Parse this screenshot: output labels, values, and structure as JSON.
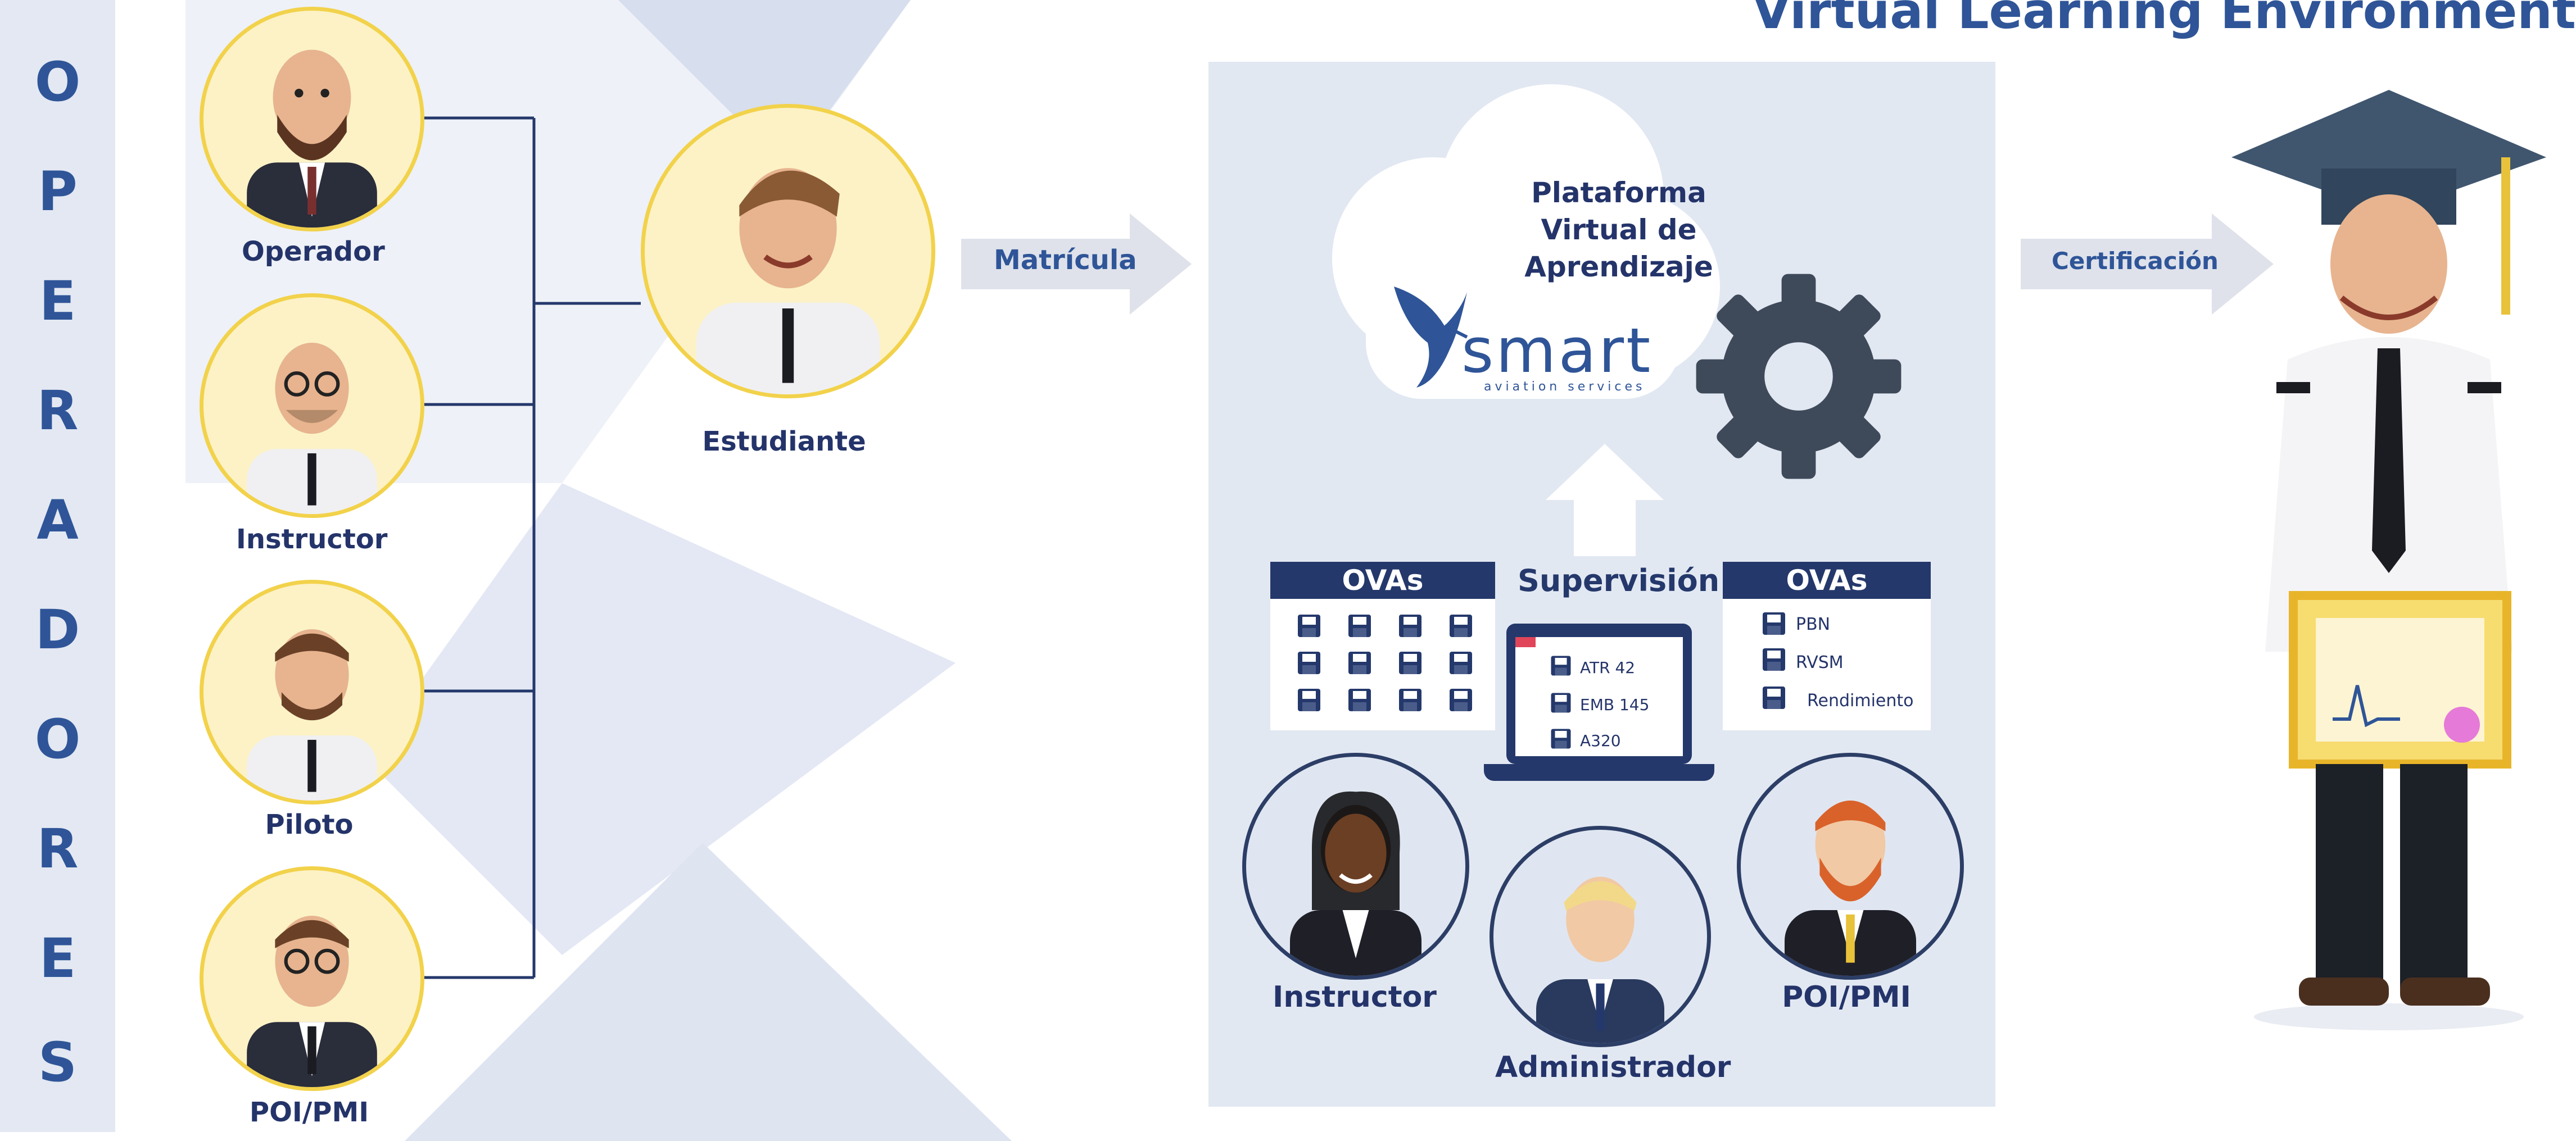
{
  "title": "Virtual Learning Environment",
  "side_banner": {
    "letters": [
      "O",
      "P",
      "E",
      "R",
      "A",
      "D",
      "O",
      "R",
      "E",
      "S"
    ]
  },
  "operators": [
    {
      "label": "Operador"
    },
    {
      "label": "Instructor"
    },
    {
      "label": "Piloto"
    },
    {
      "label": "POI/PMI"
    }
  ],
  "student": {
    "label": "Estudiante"
  },
  "arrows": {
    "enroll": "Matrícula",
    "certify": "Certificación"
  },
  "platform": {
    "cloud_lines": [
      "Plataforma",
      "Virtual de",
      "Aprendizaje"
    ],
    "logo_main": "smart",
    "logo_sub": "aviation services",
    "supervision": "Supervisión",
    "ovas_left": {
      "header": "OVAs",
      "rows": 3,
      "cols": 4
    },
    "ovas_right": {
      "header": "OVAs",
      "items": [
        "PBN",
        "RVSM",
        "Rendimiento"
      ]
    },
    "laptop_items": [
      "ATR 42",
      "EMB 145",
      "A320"
    ],
    "roles": [
      {
        "label": "Instructor"
      },
      {
        "label": "Administrador"
      },
      {
        "label": "POI/PMI"
      }
    ]
  },
  "colors": {
    "navy": "#24386b",
    "blue": "#2f5598",
    "gold": "#f2d24b",
    "panel": "#e2e8f2"
  }
}
